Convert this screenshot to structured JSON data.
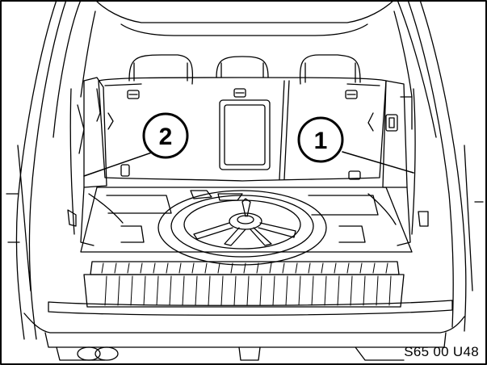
{
  "callouts": [
    {
      "label": "2"
    },
    {
      "label": "1"
    }
  ],
  "reference_code": "S65 00 U48",
  "colors": {
    "line": "#000000",
    "background": "#ffffff"
  }
}
